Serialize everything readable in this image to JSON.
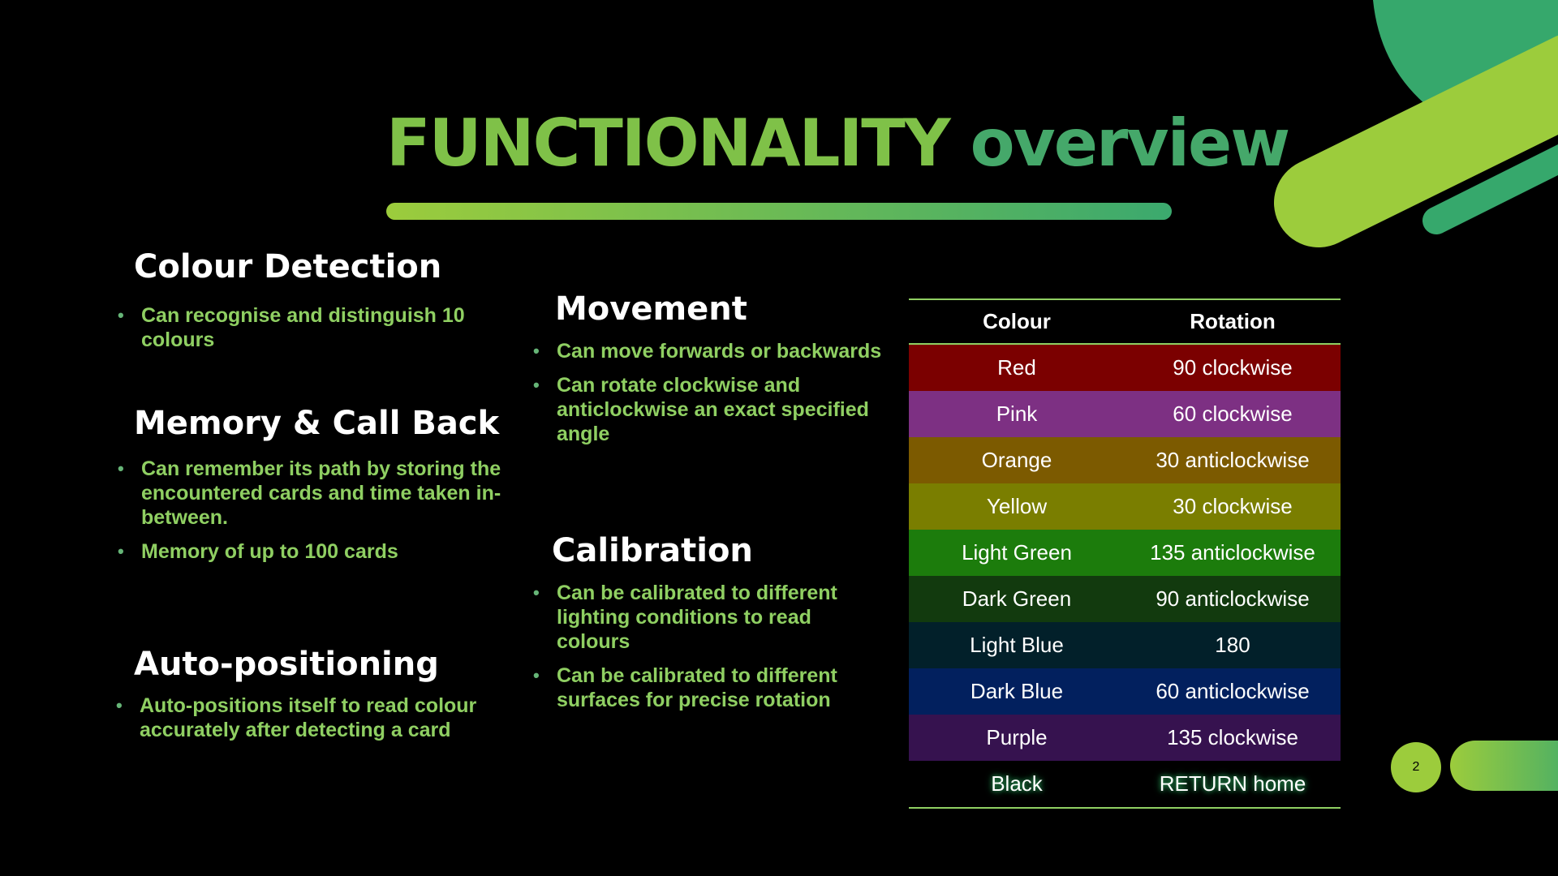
{
  "title": {
    "part1": "FUNCTIONALITY",
    "part2": "overview"
  },
  "sections": {
    "colour_detection": {
      "heading": "Colour Detection",
      "bullets": [
        "Can recognise and distinguish 10 colours"
      ]
    },
    "memory": {
      "heading": "Memory & Call Back",
      "bullets": [
        "Can remember its path by storing the encountered cards and time taken in-between.",
        "Memory of up to 100 cards"
      ]
    },
    "auto_positioning": {
      "heading": "Auto-positioning",
      "bullets": [
        "Auto-positions itself to read colour accurately after detecting a card"
      ]
    },
    "movement": {
      "heading": "Movement",
      "bullets": [
        "Can move forwards or backwards",
        "Can rotate clockwise and anticlockwise an exact specified angle"
      ]
    },
    "calibration": {
      "heading": "Calibration",
      "bullets": [
        "Can be calibrated to different lighting conditions to read colours",
        "Can be calibrated to different surfaces for precise rotation"
      ]
    }
  },
  "table": {
    "headers": [
      "Colour",
      "Rotation"
    ],
    "rows": [
      {
        "colour": "Red",
        "rotation": "90 clockwise",
        "bg": "#7b0000"
      },
      {
        "colour": "Pink",
        "rotation": "60 clockwise",
        "bg": "#7d3083"
      },
      {
        "colour": "Orange",
        "rotation": "30 anticlockwise",
        "bg": "#7c5a00"
      },
      {
        "colour": "Yellow",
        "rotation": "30 clockwise",
        "bg": "#7a7e00"
      },
      {
        "colour": "Light Green",
        "rotation": "135 anticlockwise",
        "bg": "#1c7c0c"
      },
      {
        "colour": "Dark Green",
        "rotation": "90 anticlockwise",
        "bg": "#123a0e"
      },
      {
        "colour": "Light Blue",
        "rotation": "180",
        "bg": "#02202a"
      },
      {
        "colour": "Dark Blue",
        "rotation": "60 anticlockwise",
        "bg": "#02205e"
      },
      {
        "colour": "Purple",
        "rotation": "135 clockwise",
        "bg": "#36124f"
      },
      {
        "colour": "Black",
        "rotation": "RETURN home",
        "bg": "#000000"
      }
    ]
  },
  "page_number": "2",
  "colors": {
    "title_primary": "#7fc148",
    "title_secondary": "#45a86a",
    "bullet_text": "#8fcf62",
    "accent_lime": "#9ccc3c",
    "accent_green": "#3ba96e"
  }
}
